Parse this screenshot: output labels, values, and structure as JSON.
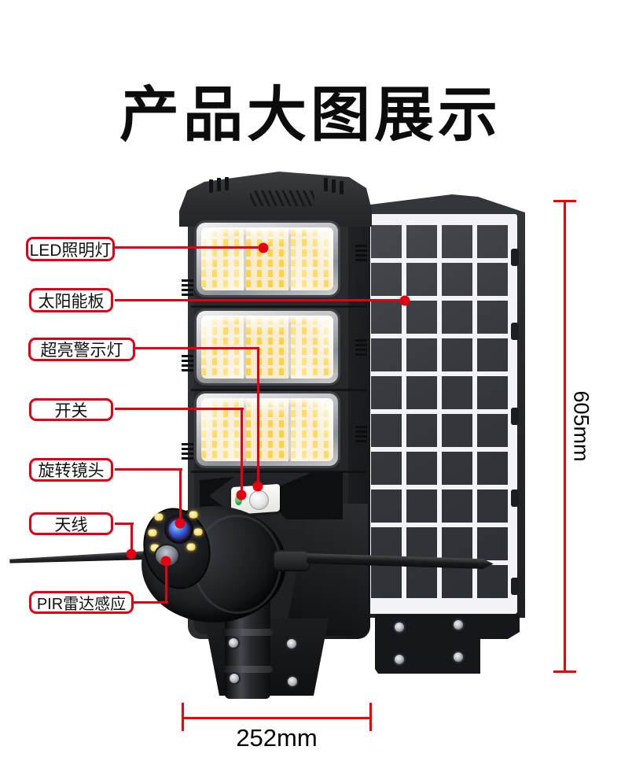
{
  "title": "产品大图展示",
  "callouts": [
    "LED照明灯",
    "太阳能板",
    "超亮警示灯",
    "开关",
    "旋转镜头",
    "天线",
    "PIR雷达感应"
  ],
  "dimensions": {
    "height_label": "605mm",
    "width_label": "252mm"
  },
  "colors": {
    "accent_red": "#e60012",
    "dimension_red": "#f80000",
    "led_yellow": "#ffd23f",
    "indicator_green": "#1fae46",
    "lens_blue": "#3e62e0",
    "solar_frame_white": "#f3f3f7",
    "solar_cell_gray": "#3b3e42",
    "lamp_black": "#1e2023",
    "title_black": "#0c0c0c",
    "background": "#ffffff"
  }
}
